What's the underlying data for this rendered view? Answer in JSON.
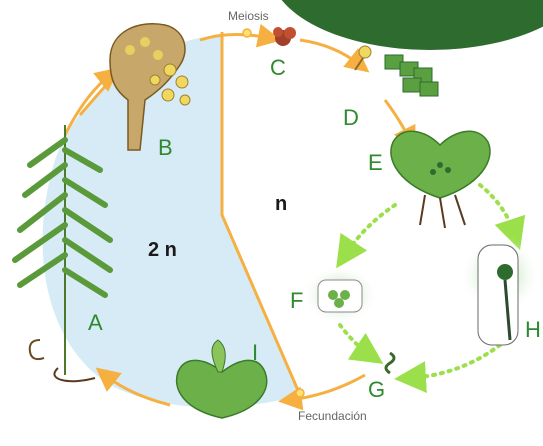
{
  "labels": {
    "meiosis": "Meiosis",
    "fecundacion": "Fecundación",
    "diploid": "2 n",
    "haploid": "n"
  },
  "stages": {
    "A": "A",
    "B": "B",
    "C": "C",
    "D": "D",
    "E": "E",
    "F": "F",
    "G": "G",
    "H": "H",
    "I": "I"
  },
  "colors": {
    "cycle_arrow": "#f5b041",
    "dotted_arrow": "#9be04a",
    "diploid_region": "#d7ebf7",
    "stage_label": "#2f8a2f",
    "corner_leaf": "#2e6b2e"
  }
}
